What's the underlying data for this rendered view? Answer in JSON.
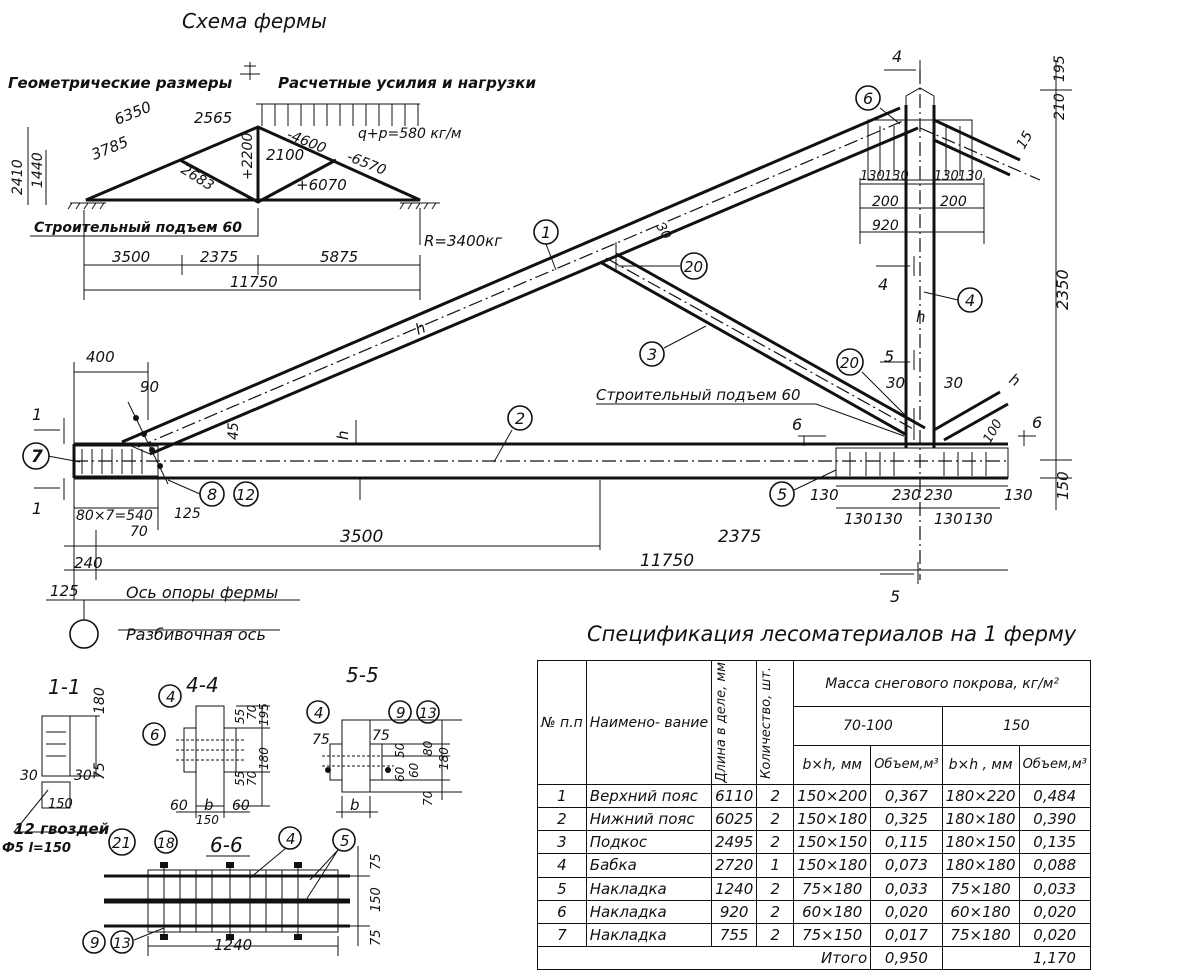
{
  "scheme": {
    "title": "Схема фермы",
    "geom_label": "Геометрические размеры",
    "force_label": "Расчетные усилия и нагрузки",
    "load": "q+p=580 кг/м",
    "reaction": "R=3400кг",
    "camber": "Строительный подъем 60",
    "dims": {
      "d6350": "6350",
      "d2565": "2565",
      "d3785": "3785",
      "d2410": "2410",
      "d1440": "1440",
      "d2683": "2683",
      "d2200": "+2200",
      "d2100": "2100",
      "d4600": "-4600",
      "d6570": "-6570",
      "d6070": "+6070",
      "d3500": "3500",
      "d2375": "2375",
      "d5875": "5875",
      "d11750": "11750"
    }
  },
  "main": {
    "camber": "Строительный подъем 60",
    "support_axis": "Ось опоры фермы",
    "layout_axis": "Разбивочная ось",
    "dims": {
      "d400": "400",
      "d90": "90",
      "d45": "45",
      "h": "h",
      "h2": "h",
      "h3": "h",
      "h4": "h",
      "d80x7": "80×7=540",
      "d70": "70",
      "d125": "125",
      "d240": "240",
      "d125b": "125",
      "d3500": "3500",
      "d2375": "2375",
      "d11750": "11750",
      "d130a": "130",
      "d230a": "230",
      "d230b": "230",
      "d130b": "130",
      "d130c": "130",
      "d130d": "130",
      "d130e": "130",
      "d130f": "130",
      "d150": "150",
      "d2350": "2350",
      "d195": "195",
      "d210": "210",
      "d15": "15",
      "d130g": "130",
      "d130h": "130",
      "d130i": "130",
      "d130j": "130",
      "d200a": "200",
      "d200b": "200",
      "d920": "920",
      "d30a": "30",
      "d30b": "30",
      "d100": "100",
      "d30c": "30"
    },
    "sections": {
      "s1": "1",
      "s1b": "1",
      "s4": "4",
      "s4b": "4",
      "s5": "5",
      "s5b": "5",
      "s6": "6",
      "s6b": "6"
    },
    "callouts": {
      "c1": "1",
      "c2": "2",
      "c3": "3",
      "c4": "4",
      "c5": "5",
      "c6": "6",
      "c7": "7",
      "c8": "8",
      "c12": "12",
      "c20a": "20",
      "c20b": "20"
    }
  },
  "details": {
    "s11": {
      "title": "1-1",
      "d180": "180",
      "d75": "75",
      "d30a": "30",
      "d30b": "30",
      "d150": "150",
      "nails": "12 гвоздей",
      "nail_size": "Ф5 l=150",
      "c21": "21"
    },
    "s44": {
      "title": "4-4",
      "c4": "4",
      "c6": "6",
      "d55a": "55",
      "d70a": "70",
      "d195": "195",
      "d55b": "55",
      "d70b": "70",
      "d180": "180",
      "d60a": "60",
      "b": "b",
      "d60b": "60",
      "d150": "150"
    },
    "s55": {
      "title": "5-5",
      "c4": "4",
      "c9": "9",
      "c13": "13",
      "d75a": "75",
      "d75b": "75",
      "d50": "50",
      "d60a": "60",
      "d60b": "60",
      "d80": "80",
      "d180": "180",
      "d70": "70",
      "b": "b"
    },
    "s66": {
      "title": "6-6",
      "c18": "18",
      "c4": "4",
      "c5": "5",
      "c9": "9",
      "c13": "13",
      "d75a": "75",
      "d150": "150",
      "d75b": "75",
      "d1240": "1240"
    }
  },
  "spec": {
    "title": "Спецификация лесоматериалов на 1 ферму",
    "headers": {
      "num": "№ п.п",
      "name": "Наимено- вание",
      "len": "Длина в деле, мм",
      "qty": "Количество, шт.",
      "mass": "Масса снегового покрова, кг/м²",
      "g1": "70-100",
      "g2": "150",
      "bh1": "b×h, мм",
      "vol1": "Объем,м³",
      "bh2": "b×h , мм",
      "vol2": "Объем,м³"
    },
    "rows": [
      [
        "1",
        "Верхний пояс",
        "6110",
        "2",
        "150×200",
        "0,367",
        "180×220",
        "0,484"
      ],
      [
        "2",
        "Нижний пояс",
        "6025",
        "2",
        "150×180",
        "0,325",
        "180×180",
        "0,390"
      ],
      [
        "3",
        "Подкос",
        "2495",
        "2",
        "150×150",
        "0,115",
        "180×150",
        "0,135"
      ],
      [
        "4",
        "Бабка",
        "2720",
        "1",
        "150×180",
        "0,073",
        "180×180",
        "0,088"
      ],
      [
        "5",
        "Накладка",
        "1240",
        "2",
        "75×180",
        "0,033",
        "75×180",
        "0,033"
      ],
      [
        "6",
        "Накладка",
        "920",
        "2",
        "60×180",
        "0,020",
        "60×180",
        "0,020"
      ],
      [
        "7",
        "Накладка",
        "755",
        "2",
        "75×150",
        "0,017",
        "75×180",
        "0,020"
      ]
    ],
    "total_label": "Итого",
    "total1": "0,950",
    "total2": "1,170"
  }
}
